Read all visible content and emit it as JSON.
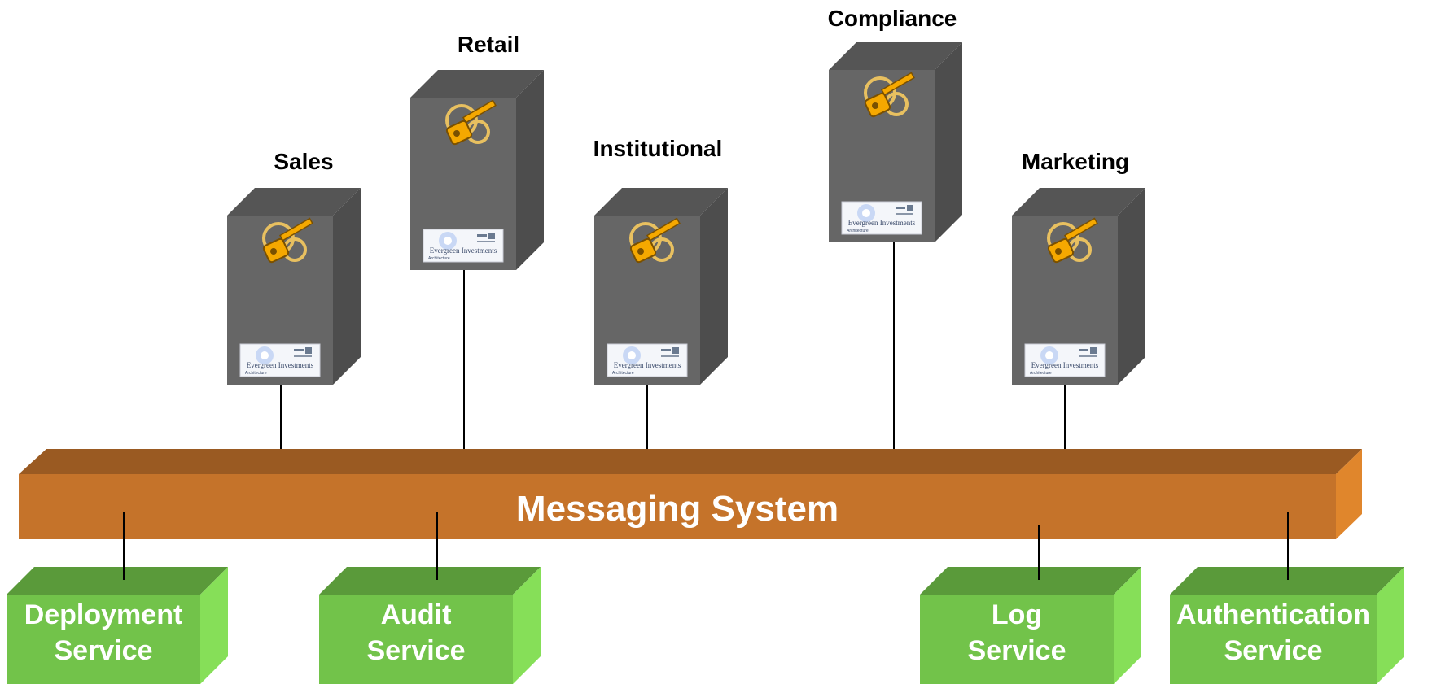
{
  "servers": [
    {
      "id": "sales",
      "label": "Sales",
      "logo_text": "Evergreen Investments",
      "logo_sub": "Architecture"
    },
    {
      "id": "retail",
      "label": "Retail",
      "logo_text": "Evergreen Investments",
      "logo_sub": "Architecture"
    },
    {
      "id": "institutional",
      "label": "Institutional",
      "logo_text": "Evergreen Investments",
      "logo_sub": "Architecture"
    },
    {
      "id": "compliance",
      "label": "Compliance",
      "logo_text": "Evergreen Investments",
      "logo_sub": "Architecture"
    },
    {
      "id": "marketing",
      "label": "Marketing",
      "logo_text": "Evergreen Investments",
      "logo_sub": "Architecture"
    }
  ],
  "bus": {
    "label": "Messaging System"
  },
  "services": [
    {
      "id": "deployment",
      "line1": "Deployment",
      "line2": "Service"
    },
    {
      "id": "audit",
      "line1": "Audit",
      "line2": "Service"
    },
    {
      "id": "log",
      "line1": "Log",
      "line2": "Service"
    },
    {
      "id": "authentication",
      "line1": "Authentication",
      "line2": "Service"
    }
  ],
  "colors": {
    "server_front": "#666666",
    "server_side": "#4d4d4d",
    "server_top": "#555555",
    "bus_front": "#c5732a",
    "bus_top": "#9a5a22",
    "bus_end": "#e0862c",
    "service_front": "#72c34a",
    "service_side": "#86df58",
    "service_top": "#5a9a3a",
    "key": "#f5a800"
  }
}
